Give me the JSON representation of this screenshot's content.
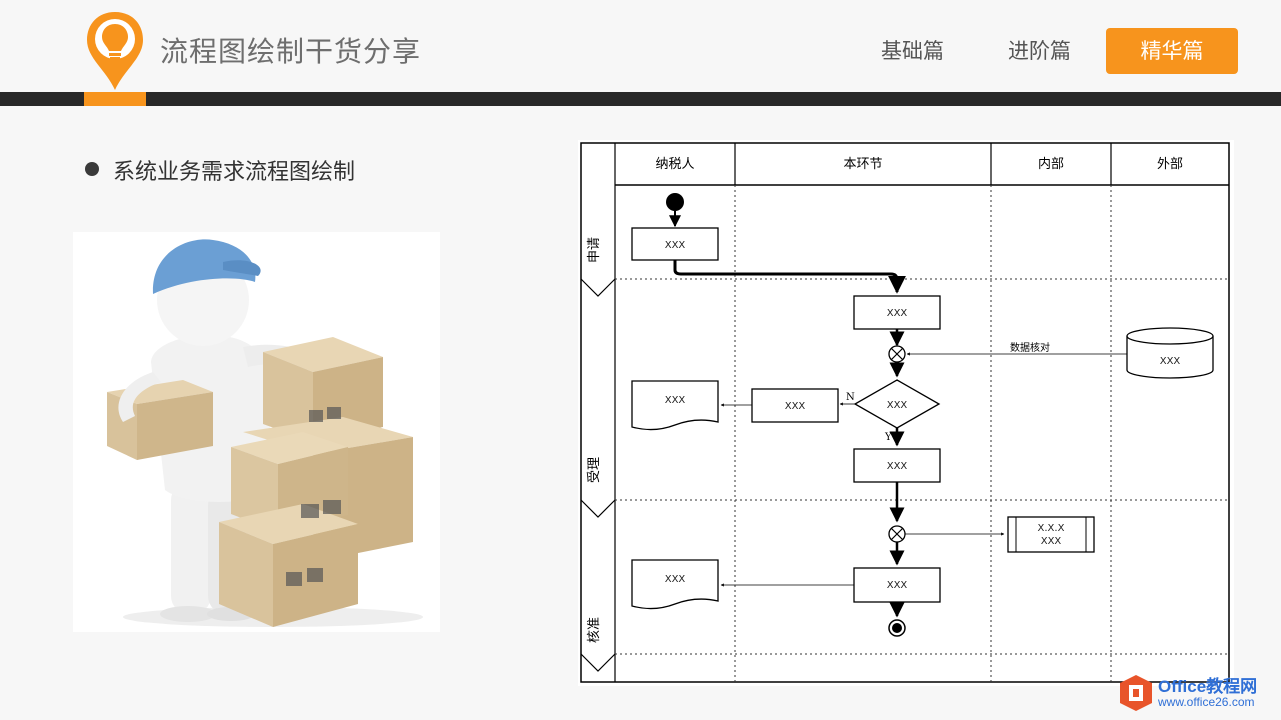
{
  "header": {
    "title": "流程图绘制干货分享",
    "nav": [
      "基础篇",
      "进阶篇",
      "精华篇"
    ],
    "active_nav": "精华篇"
  },
  "content": {
    "bullet": "系统业务需求流程图绘制"
  },
  "diagram": {
    "columns": [
      "纳税人",
      "本环节",
      "内部",
      "外部"
    ],
    "rows": [
      "申请",
      "受理",
      "核准"
    ],
    "nodes": {
      "apply_box": "XXX",
      "proc1": "XXX",
      "db": "XXX",
      "check_label": "数据核对",
      "decision": "XXX",
      "reject_box": "XXX",
      "doc1": "XXX",
      "n_label": "N",
      "y_label": "Y",
      "proc2": "XXX",
      "predef_line1": "X.X.X",
      "predef_line2": "XXX",
      "proc3": "XXX",
      "doc2": "XXX"
    }
  },
  "watermark": {
    "name": "Office教程网",
    "url": "www.office26.com"
  },
  "colors": {
    "accent": "#f7941d",
    "bar": "#282828",
    "watermark": "#2f6fd6"
  }
}
